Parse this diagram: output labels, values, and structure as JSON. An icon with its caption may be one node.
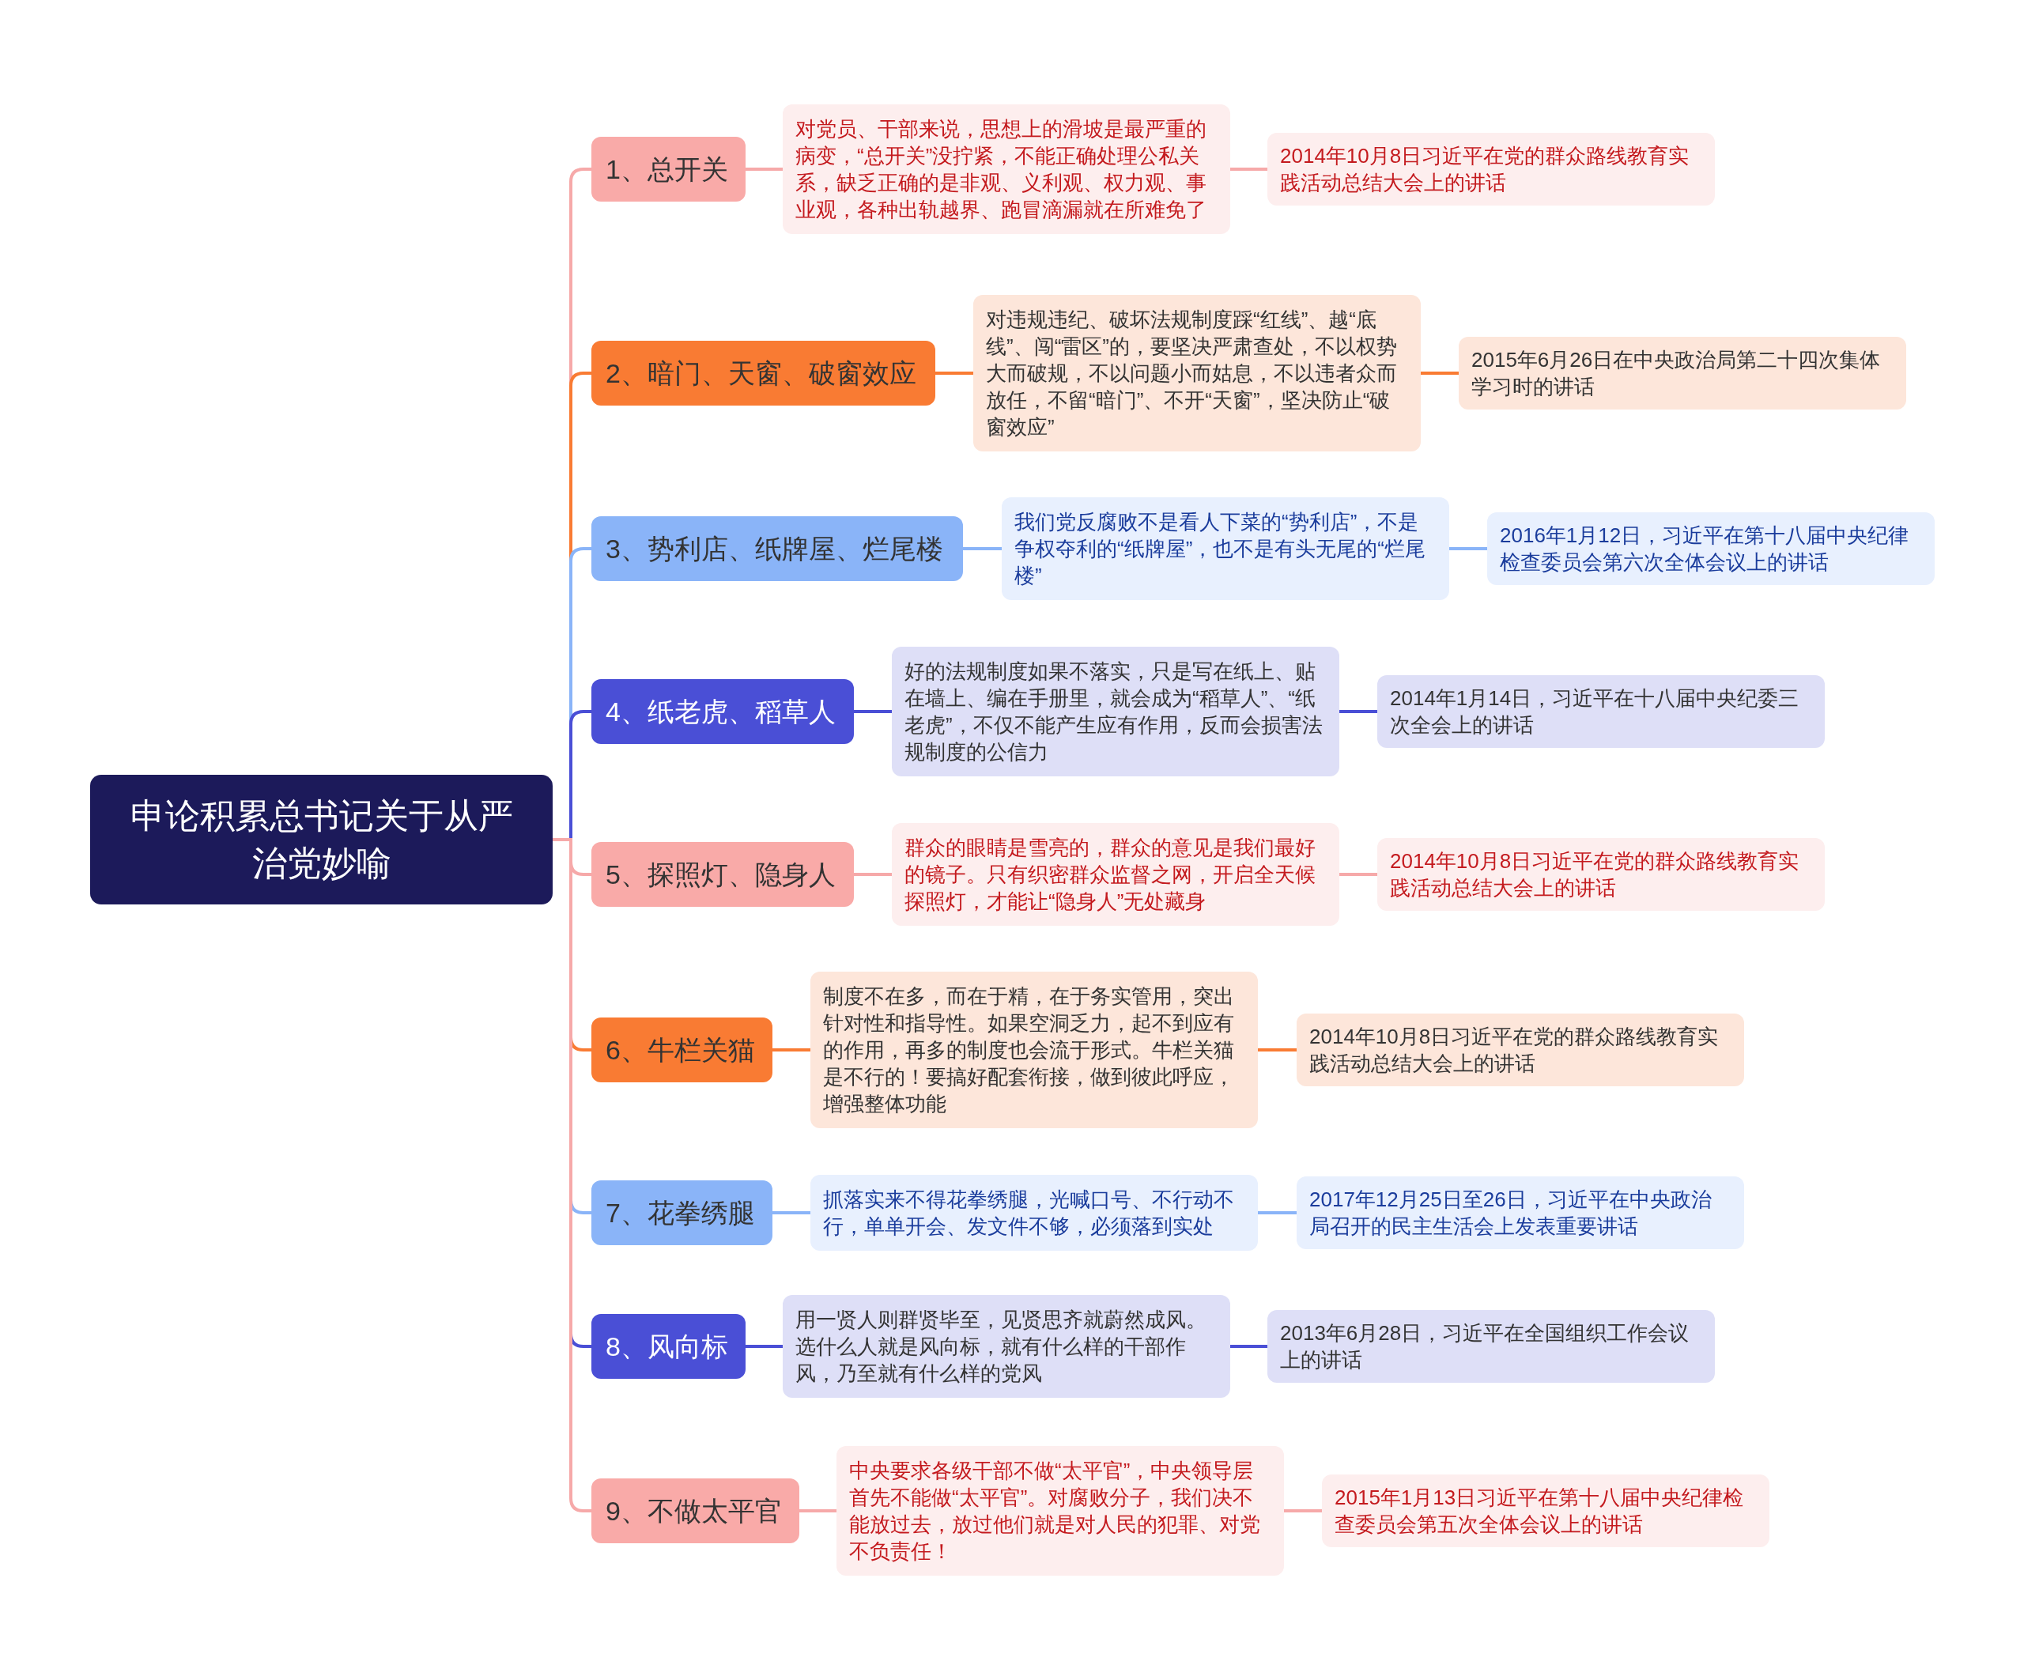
{
  "diagram": {
    "nodes": [
      {
        "text": [
          "申论积累总书记关于从严治党妙喻"
        ]
      },
      {
        "text": [
          "1、总开关"
        ]
      },
      {
        "text": [
          "对党员、干部来说，思想上的滑坡是最严重的病变，“总开关”没拧紧，不能正确处理公私关系，缺乏正确的是非观、义利观、权力观、事业观，各种出轨越界、跑冒滴漏就在所难免了"
        ]
      },
      {
        "text": [
          "2014年10月8日习近平在党的群众路线教育实践活动总结大会上的讲话"
        ]
      },
      {
        "text": [
          "2、暗门、天窗、破窗效应"
        ]
      },
      {
        "text": [
          "对违规违纪、破坏法规制度踩“红线”、越“底线”、闯“雷区”的，要坚决严肃查处，不以权势大而破规，不以问题小而姑息，不以违者众而放任，不留“暗门”、不开“天窗”，坚决防止“破窗效应”"
        ]
      },
      {
        "text": [
          "2015年6月26日在中央政治局第二十四次集体学习时的讲话"
        ]
      },
      {
        "text": [
          "3、势利店、纸牌屋、烂尾楼"
        ]
      },
      {
        "text": [
          "我们党反腐败不是看人下菜的“势利店”，不是争权夺利的“纸牌屋”，也不是有头无尾的“烂尾楼”"
        ]
      },
      {
        "text": [
          "2016年1月12日，习近平在第十八届中央纪律检查委员会第六次全体会议上的讲话"
        ]
      },
      {
        "text": [
          "4、纸老虎、稻草人"
        ]
      },
      {
        "text": [
          "好的法规制度如果不落实，只是写在纸上、贴在墙上、编在手册里，就会成为“稻草人”、“纸老虎”，不仅不能产生应有作用，反而会损害法规制度的公信力"
        ]
      },
      {
        "text": [
          "2014年1月14日，习近平在十八届中央纪委三次全会上的讲话"
        ]
      },
      {
        "text": [
          "5、探照灯、隐身人"
        ]
      },
      {
        "text": [
          "群众的眼睛是雪亮的，群众的意见是我们最好的镜子。只有织密群众监督之网，开启全天候探照灯，才能让“隐身人”无处藏身"
        ]
      },
      {
        "text": [
          "2014年10月8日习近平在党的群众路线教育实践活动总结大会上的讲话"
        ]
      },
      {
        "text": [
          "6、牛栏关猫"
        ]
      },
      {
        "text": [
          "制度不在多，而在于精，在于务实管用，突出针对性和指导性。如果空洞乏力，起不到应有的作用，再多的制度也会流于形式。牛栏关猫是不行的！要搞好配套衔接，做到彼此呼应，增强整体功能"
        ]
      },
      {
        "text": [
          "2014年10月8日习近平在党的群众路线教育实践活动总结大会上的讲话"
        ]
      },
      {
        "text": [
          "7、花拳绣腿"
        ]
      },
      {
        "text": [
          "抓落实来不得花拳绣腿，光喊口号、不行动不行，单单开会、发文件不够，必须落到实处"
        ]
      },
      {
        "text": [
          "2017年12月25日至26日，习近平在中央政治局召开的民主生活会上发表重要讲话"
        ]
      },
      {
        "text": [
          "8、风向标"
        ]
      },
      {
        "text": [
          "用一贤人则群贤毕至，见贤思齐就蔚然成风。选什么人就是风向标，就有什么样的干部作风，乃至就有什么样的党风"
        ]
      },
      {
        "text": [
          "2013年6月28日，习近平在全国组织工作会议上的讲话"
        ]
      },
      {
        "text": [
          "9、不做太平官"
        ]
      },
      {
        "text": [
          "中央要求各级干部不做“太平官”，中央领导层首先不能做“太平官”。对腐败分子，我们决不能放过去，放过他们就是对人民的犯罪、对党不负责任！"
        ]
      },
      {
        "text": [
          "2015年1月13日习近平在第十八届中央纪律检查委员会第五次全体会议上的讲话"
        ]
      }
    ],
    "edges": [
      {
        "from": 0,
        "to": 1,
        "arrow": "none"
      },
      {
        "from": 0,
        "to": 4,
        "arrow": "none",
        "color": "#f97b33"
      },
      {
        "from": 0,
        "to": 7,
        "arrow": "none",
        "color": "#8ab4f8"
      },
      {
        "from": 0,
        "to": 10,
        "arrow": "none",
        "color": "#4a4fd6"
      },
      {
        "from": 0,
        "to": 13,
        "arrow": "none"
      },
      {
        "from": 0,
        "to": 16,
        "arrow": "none",
        "color": "#f97b33"
      },
      {
        "from": 0,
        "to": 19,
        "arrow": "none",
        "color": "#8ab4f8"
      },
      {
        "from": 0,
        "to": 22,
        "arrow": "none",
        "color": "#4a4fd6"
      },
      {
        "from": 0,
        "to": 25,
        "arrow": "none"
      },
      {
        "from": 1,
        "to": 2,
        "arrow": "none"
      },
      {
        "from": 2,
        "to": 3,
        "arrow": "none"
      },
      {
        "from": 4,
        "to": 5,
        "arrow": "none",
        "color": "#f97b33"
      },
      {
        "from": 5,
        "to": 6,
        "arrow": "none",
        "color": "#f97b33"
      },
      {
        "from": 7,
        "to": 8,
        "arrow": "none",
        "color": "#8ab4f8"
      },
      {
        "from": 8,
        "to": 9,
        "arrow": "none",
        "color": "#8ab4f8"
      },
      {
        "from": 10,
        "to": 11,
        "arrow": "none",
        "color": "#4a4fd6"
      },
      {
        "from": 11,
        "to": 12,
        "arrow": "none",
        "color": "#4a4fd6"
      },
      {
        "from": 13,
        "to": 14,
        "arrow": "none"
      },
      {
        "from": 14,
        "to": 15,
        "arrow": "none"
      },
      {
        "from": 16,
        "to": 17,
        "arrow": "none",
        "color": "#f97b33"
      },
      {
        "from": 17,
        "to": 18,
        "arrow": "none",
        "color": "#f97b33"
      },
      {
        "from": 19,
        "to": 20,
        "arrow": "none",
        "color": "#8ab4f8"
      },
      {
        "from": 20,
        "to": 21,
        "arrow": "none",
        "color": "#8ab4f8"
      },
      {
        "from": 22,
        "to": 23,
        "arrow": "none",
        "color": "#4a4fd6"
      },
      {
        "from": 23,
        "to": 24,
        "arrow": "none",
        "color": "#4a4fd6"
      },
      {
        "from": 25,
        "to": 26,
        "arrow": "none"
      },
      {
        "from": 26,
        "to": 27,
        "arrow": "none"
      }
    ]
  }
}
